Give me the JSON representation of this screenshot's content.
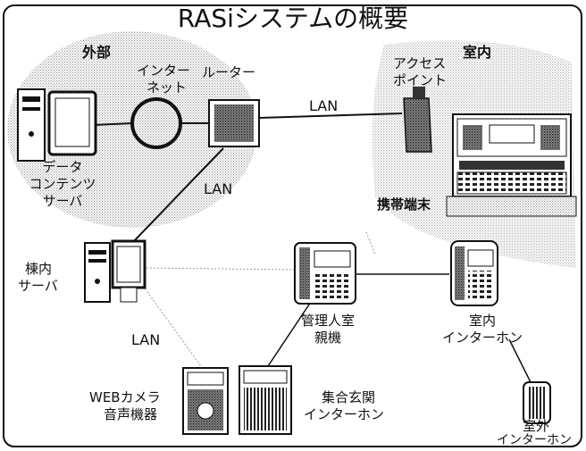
{
  "title": "RASiシステムの概要",
  "labels": {
    "external": "外部",
    "internet_line1": "インター",
    "internet_line2": "ネット",
    "router": "ルーター",
    "lan_top": "LAN",
    "lan_mid": "LAN",
    "lan_bottom": "LAN",
    "access_point_line1": "アクセス",
    "access_point_line2": "ポイント",
    "indoor_area": "室内",
    "data_server_line1": "データ",
    "data_server_line2": "コンテンツ",
    "data_server_line3": "サーバ",
    "mobile_terminal": "携帯端末",
    "building_server_line1": "棟内",
    "building_server_line2": "サーバ",
    "manager_line1": "管理人室",
    "manager_line2": "親機",
    "indoor_intercom_line1": "室内",
    "indoor_intercom_line2": "インターホン",
    "web_camera_line1": "WEBカメラ",
    "web_camera_line2": "音声機器",
    "entrance_line1": "集合玄関",
    "entrance_line2": "インターホン",
    "outdoor_line1": "室外",
    "outdoor_line2": "インターホン"
  },
  "colors": {
    "stroke": "#111111",
    "dither": "#bdbdbd",
    "paper": "#ffffff"
  }
}
